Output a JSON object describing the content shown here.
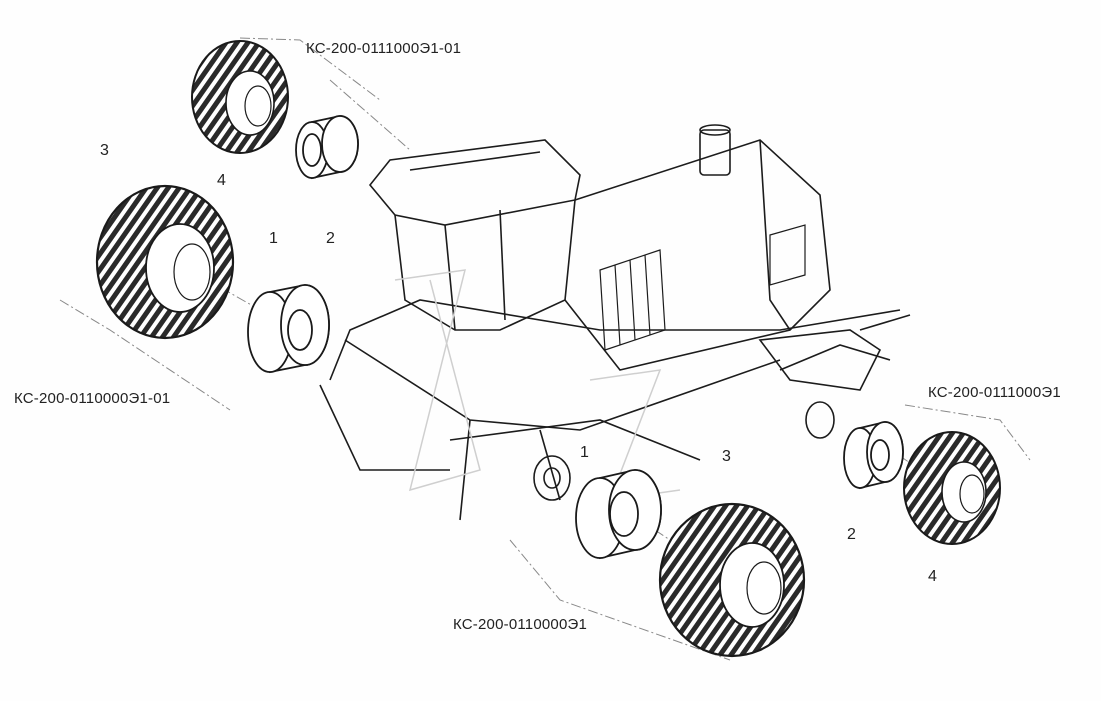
{
  "labels": {
    "rear_left_assembly": "КС-200-0111000Э1-01",
    "front_left_assembly": "КС-200-0110000Э1-01",
    "rear_right_assembly": "КС-200-0111000Э1",
    "front_right_assembly": "КС-200-0110000Э1"
  },
  "callouts": {
    "front_left_rim": "1",
    "rear_left_rim": "2",
    "front_left_tire": "3",
    "rear_left_tire": "4",
    "front_right_rim": "1",
    "rear_right_rim": "2",
    "front_right_tire": "3",
    "rear_right_tire": "4"
  }
}
